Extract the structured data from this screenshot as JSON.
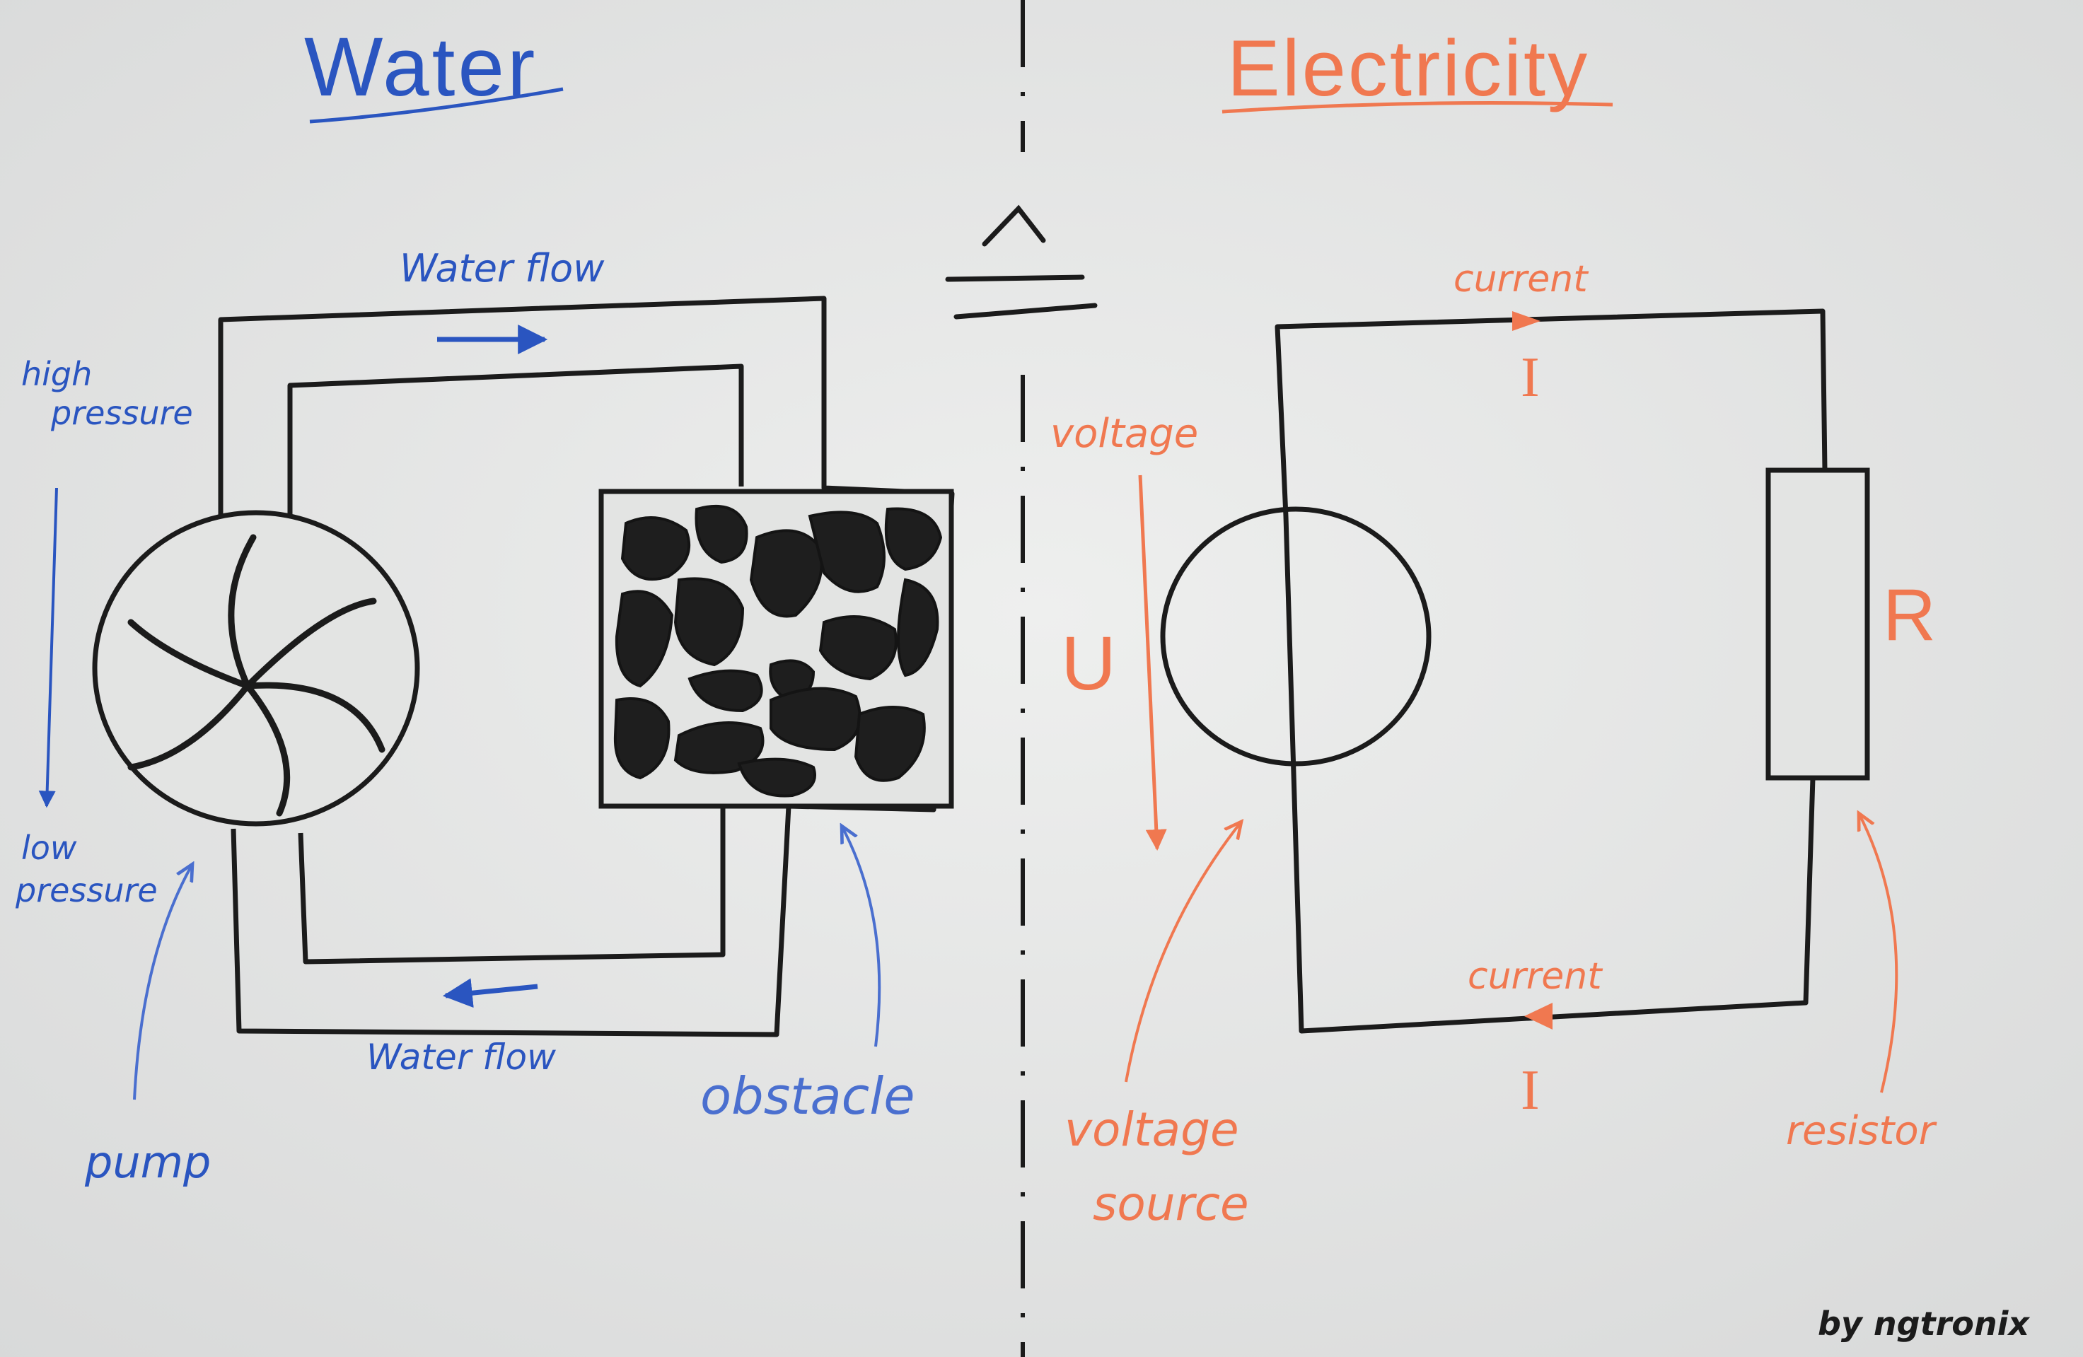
{
  "left_panel": {
    "title": "Water",
    "flow_label_top": "Water flow",
    "flow_label_bottom": "Water flow",
    "high_pressure": "high pressure",
    "low_pressure": "low pressure",
    "pump_label": "pump",
    "obstacle_label": "obstacle"
  },
  "divider": {
    "symbol": "≙"
  },
  "right_panel": {
    "title": "Electricity",
    "current_top": "current",
    "current_bottom": "current",
    "current_symbol_top": "I",
    "current_symbol_bottom": "I",
    "voltage_label": "voltage",
    "voltage_symbol": "U",
    "resistance_symbol": "R",
    "voltage_source_label": "voltage source",
    "resistor_label": "resistor"
  },
  "credit": "by ngtronix",
  "colors": {
    "water_blue": "#2a55c0",
    "electric_orange": "#f07850",
    "ink_black": "#1b1b1b",
    "board": "#e6e7e6"
  }
}
